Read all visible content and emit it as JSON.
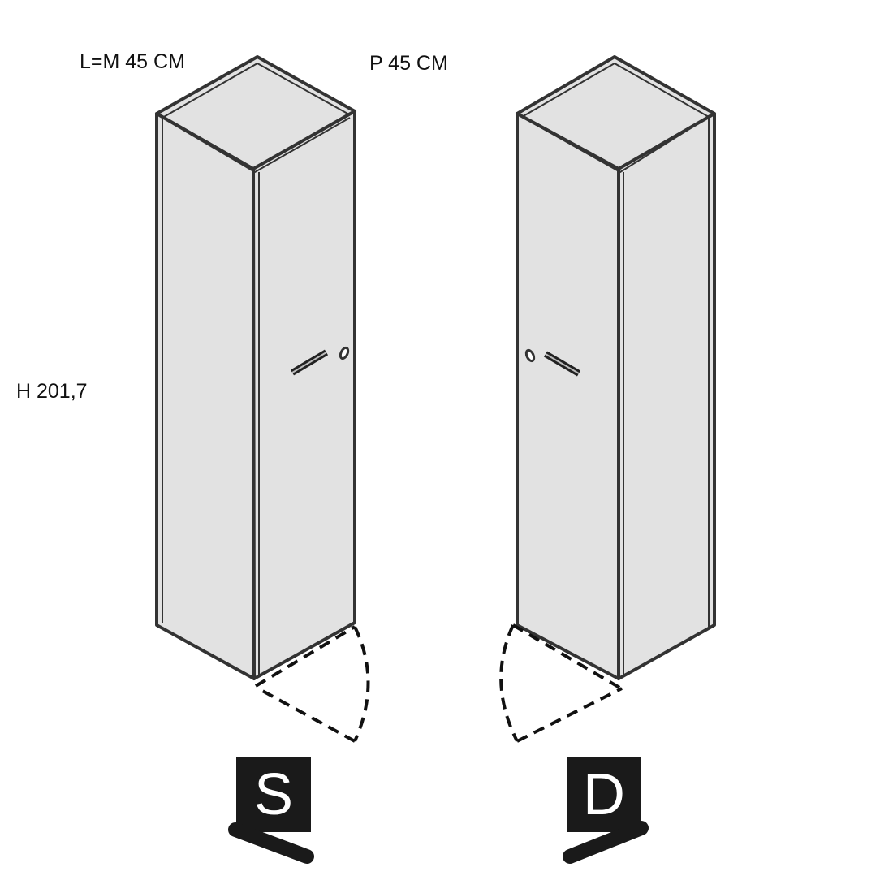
{
  "dimensions": {
    "width_label": "L=M 45 CM",
    "depth_label": "P 45 CM",
    "height_label": "H 201,7"
  },
  "variants": [
    {
      "id": "left",
      "badge": "S"
    },
    {
      "id": "right",
      "badge": "D"
    }
  ],
  "colors": {
    "panel": "#e2e2e2",
    "outline": "#333333",
    "badge": "#1a1a1a"
  }
}
